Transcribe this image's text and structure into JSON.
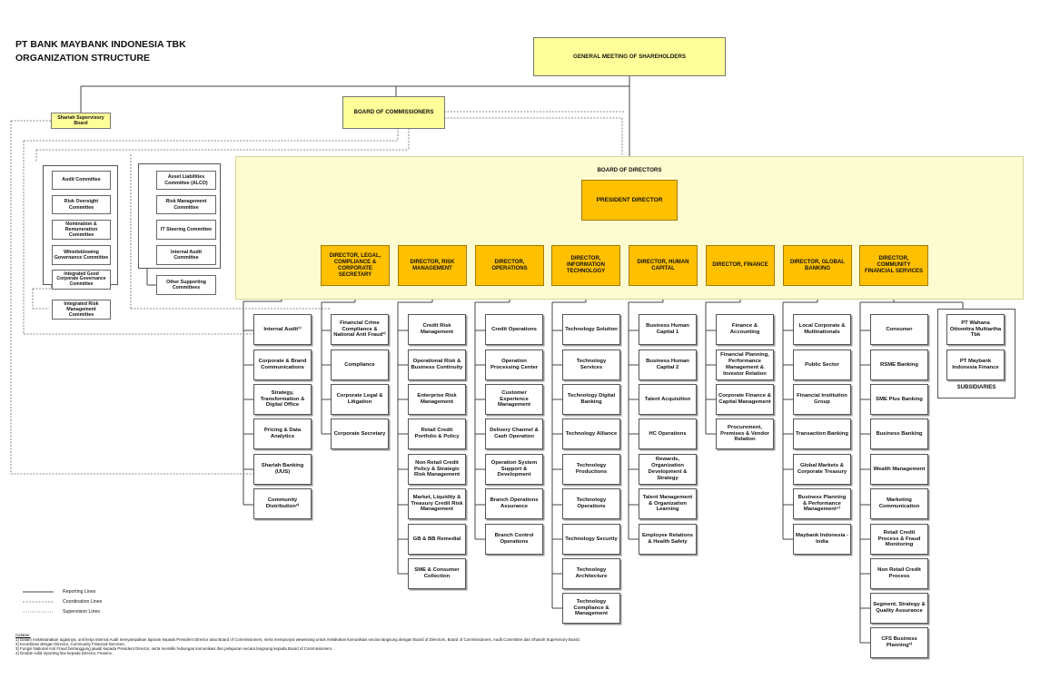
{
  "header": {
    "line1": "PT BANK MAYBANK INDONESIA TBK",
    "line2": "ORGANIZATION STRUCTURE"
  },
  "gms": "GENERAL MEETING OF SHAREHOLDERS",
  "boc": "BOARD OF COMMISSIONERS",
  "ssb": "Shariah Supervisory Board",
  "bod": "BOARD OF DIRECTORS",
  "president": "PRESIDENT DIRECTOR",
  "committees_boc": [
    "Audit Committee",
    "Risk Oversight Committee",
    "Nomination & Remuneration Committee",
    "Whistleblowing Governance Committee",
    "Integrated Good Corporate Governance Committee",
    "Integrated Risk Management Committee"
  ],
  "committees_bod": [
    "Asset Liabilities Committee (ALCO)",
    "Risk Management Committee",
    "IT Steering Committee",
    "Internal Audit Committee",
    "Other Supporting Committees"
  ],
  "directors": [
    "DIRECTOR, LEGAL, COMPLIANCE & CORPORATE SECRETARY",
    "DIRECTOR, RISK MANAGEMENT",
    "DIRECTOR, OPERATIONS",
    "DIRECTOR, INFORMATION TECHNOLOGY",
    "DIRECTOR, HUMAN CAPITAL",
    "DIRECTOR, FINANCE",
    "DIRECTOR, GLOBAL BANKING",
    "DIRECTOR, COMMUNITY FINANCIAL SERVICES"
  ],
  "units": {
    "president": [
      "Internal Audit¹⁾",
      "Corporate & Brand Communications",
      "Strategy, Transformation & Digital Office",
      "Pricing & Data Analytics",
      "Shariah Banking (UUS)",
      "Community Distribution²⁾"
    ],
    "legal": [
      "Financial Crime Compliance & National Anti Fraud³⁾",
      "Compliance",
      "Corporate Legal & Litigation",
      "Corporate Secretary"
    ],
    "risk": [
      "Credit Risk Management",
      "Operational Risk & Business Continuity",
      "Enterprise Risk Management",
      "Retail Credit Portfolio & Policy",
      "Non Retail Credit Policy & Strategic Risk Management",
      "Market, Liquidity & Treasury Credit Risk Management",
      "GB & BB Remedial",
      "SME & Consumer Collection"
    ],
    "operations": [
      "Credit Operations",
      "Operation Processing Center",
      "Customer Experience Management",
      "Delivery Channel & Cash Operation",
      "Operation System Support & Development",
      "Branch Operations Assurance",
      "Branch Control Operations"
    ],
    "it": [
      "Technology Solution",
      "Technology Services",
      "Technology Digital Banking",
      "Technology Alliance",
      "Technology Productions",
      "Technology Operations",
      "Technology Security",
      "Technology Architecture",
      "Technology Compliance & Management"
    ],
    "hc": [
      "Business Human Capital 1",
      "Business Human Capital 2",
      "Talent Acquisition",
      "HC Operations",
      "Rewards, Organization Development & Strategy",
      "Talent Management & Organization Learning",
      "Employee Relations & Health Safety"
    ],
    "finance": [
      "Finance & Accounting",
      "Financial Planning, Performance Management & Investor Relation",
      "Corporate Finance & Capital Management",
      "Procurement, Premises & Vendor Relation"
    ],
    "global": [
      "Local Corporate & Multinationals",
      "Public Sector",
      "Financial Institution Group",
      "Transaction Banking",
      "Global Markets & Corporate Treasury",
      "Business Planning & Performance Management⁴⁾",
      "Maybank Indonesia - India"
    ],
    "cfs": [
      "Consumer",
      "RSME Banking",
      "SME Plus Banking",
      "Business Banking",
      "Wealth Management",
      "Marketing Communication",
      "Retail Credit Process & Fraud Monitoring",
      "Non Retail Credit Process",
      "Segment, Strategy & Quality Assurance",
      "CFS Business Planning²⁾"
    ]
  },
  "subsidiaries": {
    "items": [
      "PT Wahana Ottomitra Multiartha Tbk",
      "PT Maybank Indonesia Finance"
    ],
    "label": "SUBSIDIARIES"
  },
  "legend": [
    "Reporting Lines",
    "Coordination Lines",
    "Supervision Lines"
  ],
  "notes": {
    "label": "Catatan:",
    "lines": [
      "1) Dalam melaksanakan tugasnya, unit kerja Internal Audit menyampaikan laporan kepada President Director atau Board of Commissioners, serta mempunyai wewenang untuk melakukan komunikasi secara langsung dengan Board of Directors, Board of Commissioners, Audit Committee dan Shariah Supervisory Board.",
      "2) Koordinasi dengan Director, Community Financial Services.",
      "3) Fungsi National Anti Fraud bertanggung jawab kepada President Director, serta memiliki hubungan komunikasi dan pelaporan secara langsung kepada Board of Commissioners.",
      "4) Double solid reporting line kepada Director, Finance."
    ]
  },
  "colors": {
    "yellow": "#ffff99",
    "director": "#ffc000",
    "panel": "#fdfcd0"
  }
}
